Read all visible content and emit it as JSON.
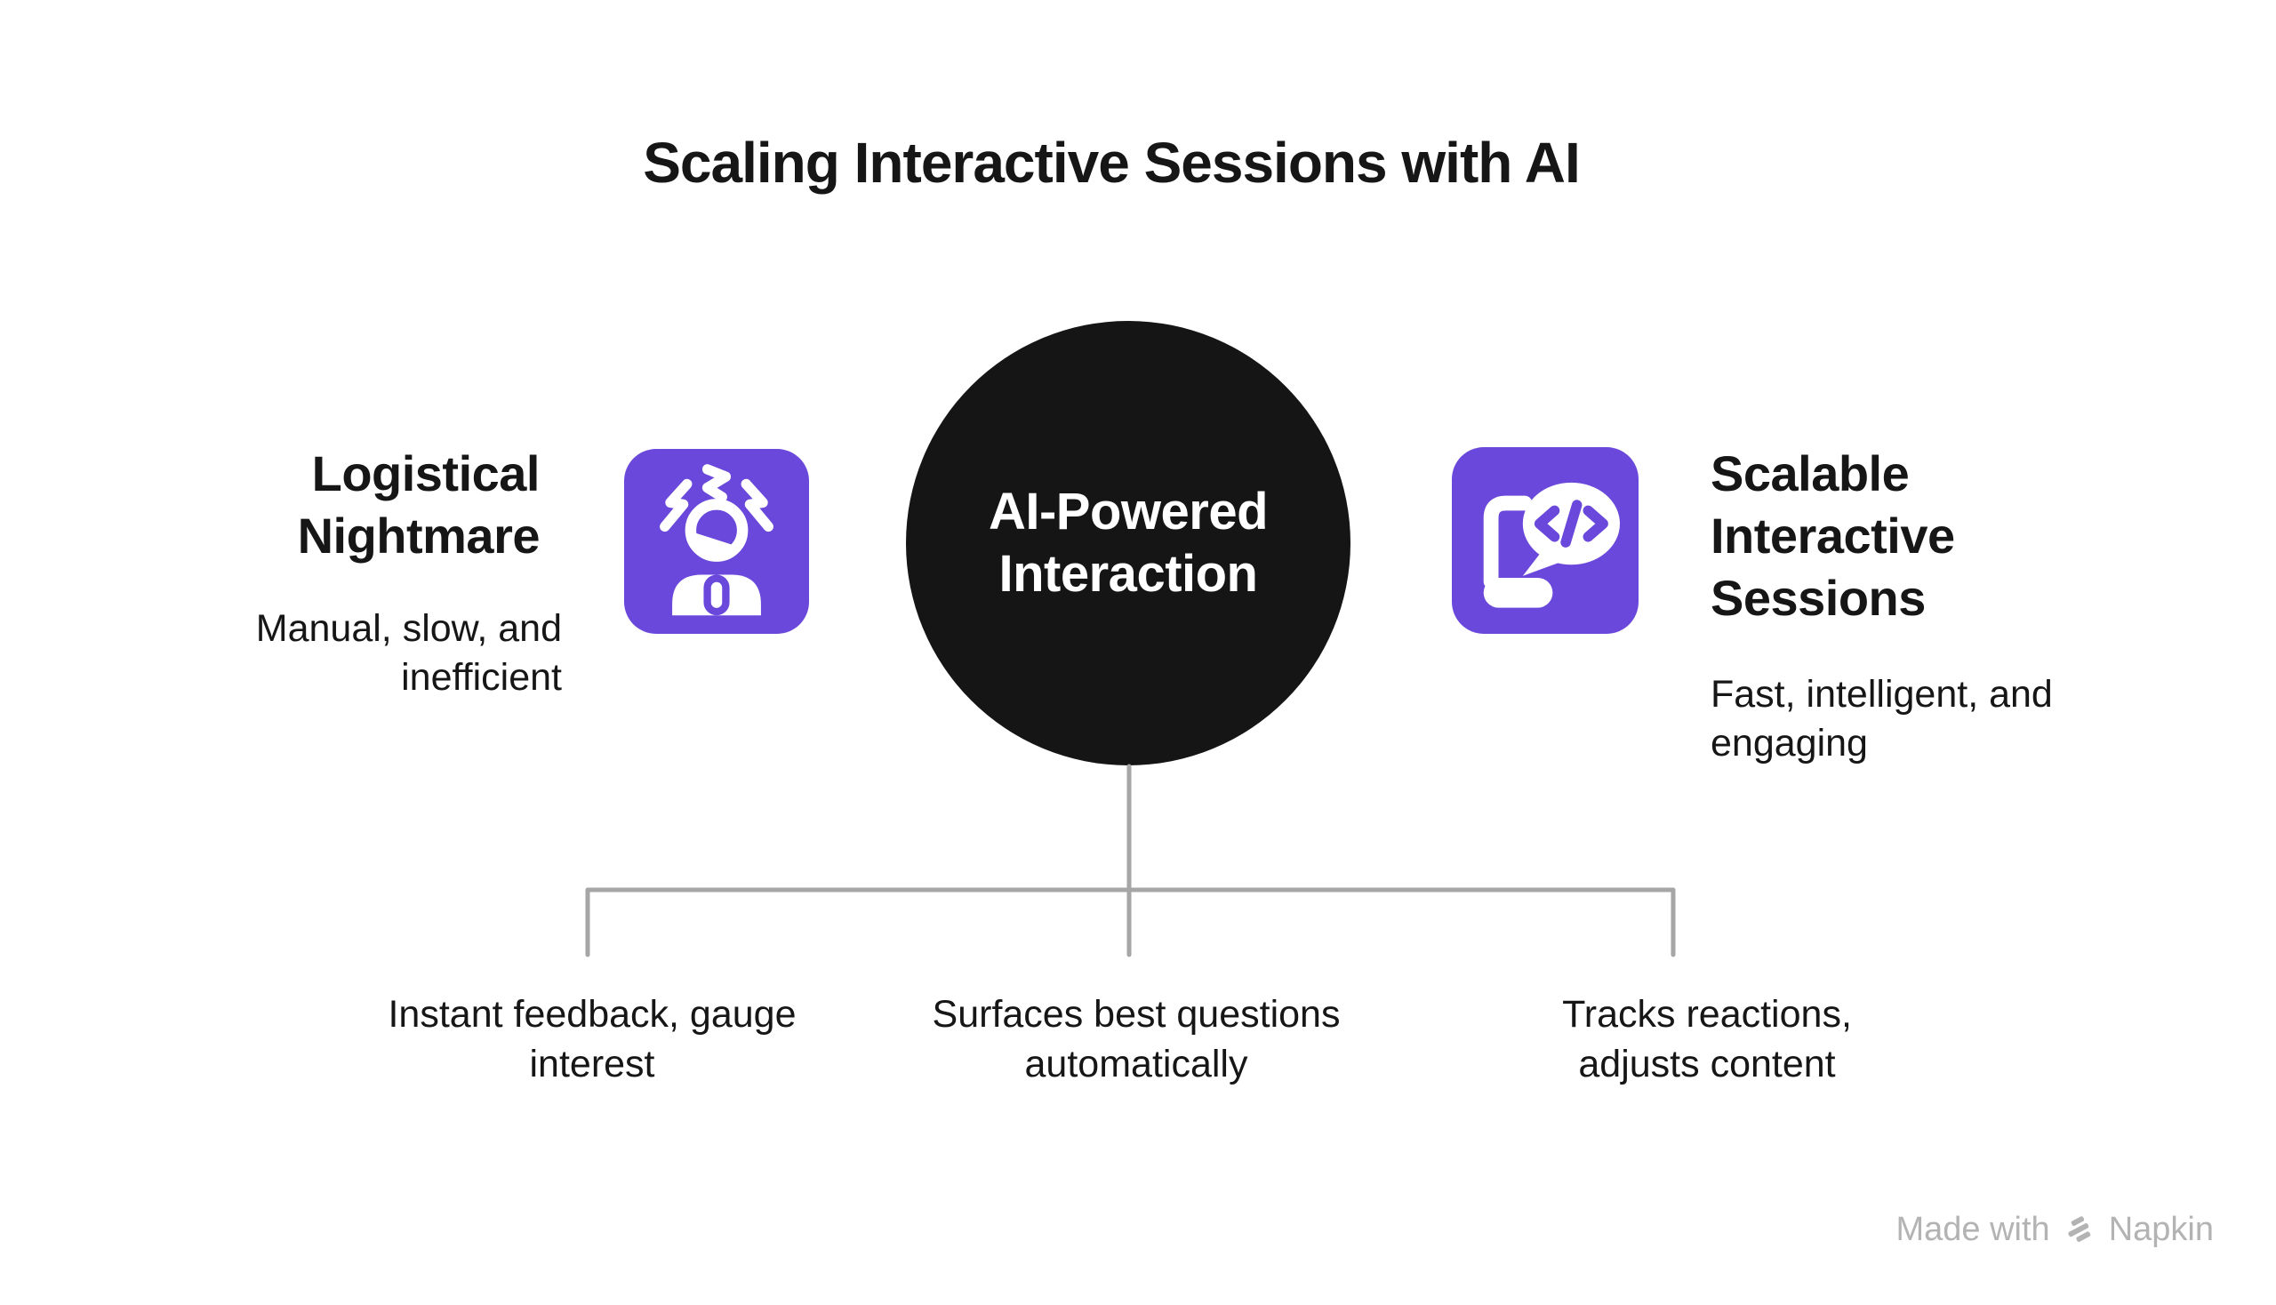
{
  "title": "Scaling Interactive Sessions with AI",
  "colors": {
    "accent_purple": "#6a48db",
    "center_node_black": "#151515",
    "connector_gray": "#a6a6a6",
    "text_black": "#161616",
    "footer_gray": "#b3b3b3",
    "background": "#ffffff"
  },
  "left_item": {
    "heading": "Logistical\nNightmare",
    "description": "Manual, slow, and\ninefficient",
    "icon": "stressed-person-icon"
  },
  "center_node": {
    "label": "AI-Powered\nInteraction"
  },
  "right_item": {
    "heading": "Scalable\nInteractive\nSessions",
    "description": "Fast, intelligent, and\nengaging",
    "icon": "code-chat-bubble-icon"
  },
  "branch_labels": [
    {
      "text": "Instant feedback, gauge\ninterest"
    },
    {
      "text": "Surfaces best questions\nautomatically"
    },
    {
      "text": "Tracks reactions,\nadjusts content"
    }
  ],
  "footer": {
    "made_with": "Made with",
    "brand": "Napkin"
  }
}
